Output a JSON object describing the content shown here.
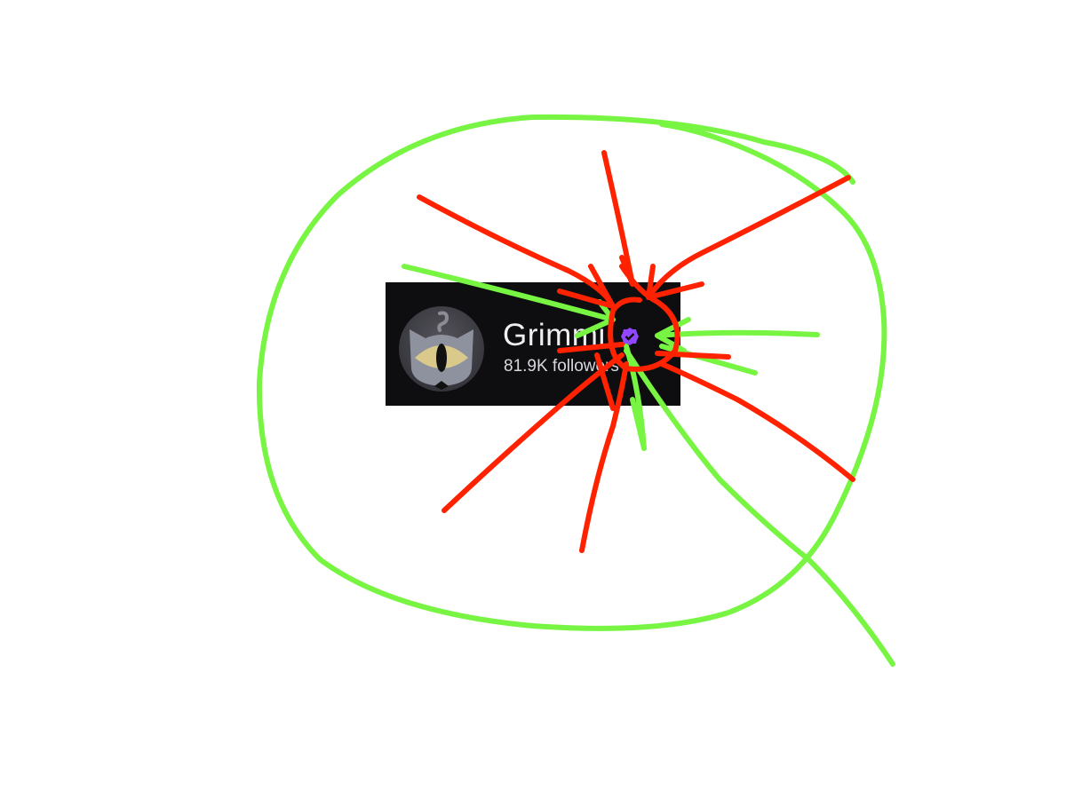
{
  "channel": {
    "name": "Grimmi",
    "followers": "81.9K followers",
    "verified": true,
    "avatar_icon": "cat-cyclops-avatar",
    "badge_icon": "verified-badge-icon"
  },
  "colors": {
    "card_bg": "#0e0e10",
    "badge": "#9147ff",
    "annotation_red": "#ff2200",
    "annotation_green": "#77f542"
  }
}
